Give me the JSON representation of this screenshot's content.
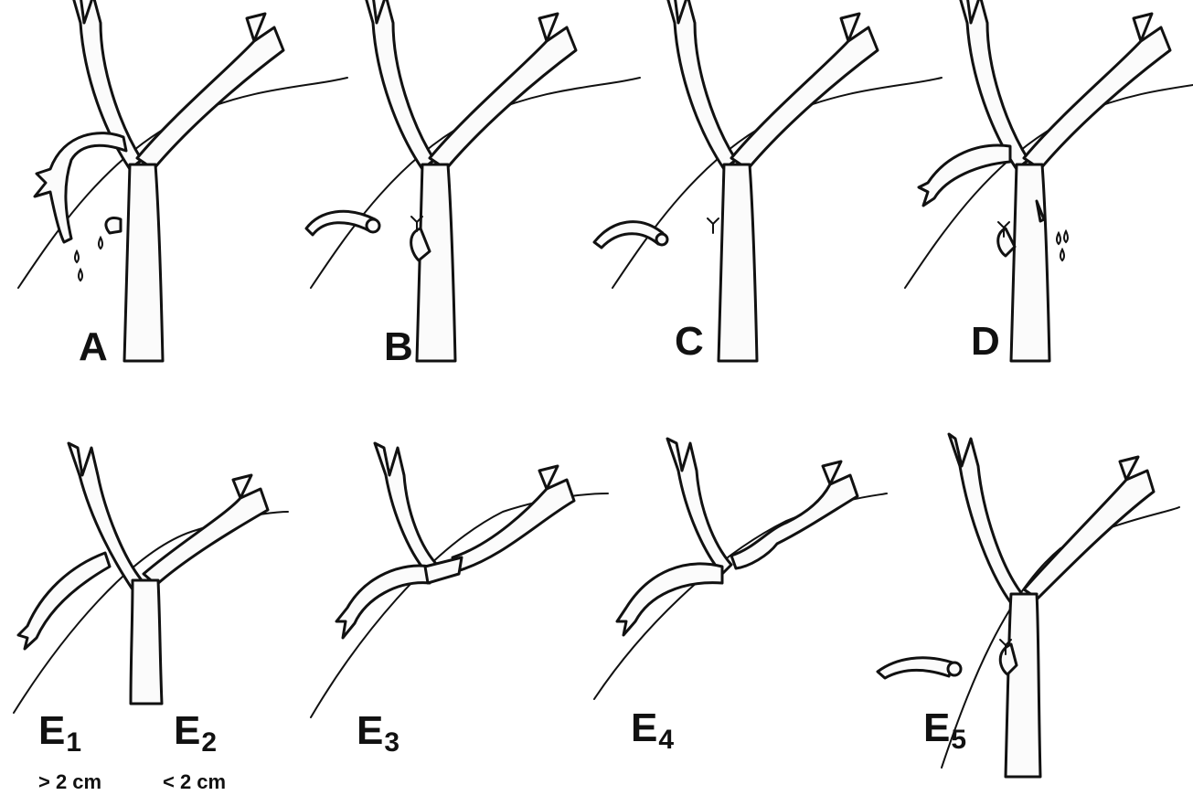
{
  "panels": [
    {
      "id": "A",
      "letter": "A",
      "sub": ""
    },
    {
      "id": "B",
      "letter": "B",
      "sub": ""
    },
    {
      "id": "C",
      "letter": "C",
      "sub": ""
    },
    {
      "id": "D",
      "letter": "D",
      "sub": ""
    },
    {
      "id": "E1",
      "letter": "E",
      "sub": "1",
      "note": "> 2 cm"
    },
    {
      "id": "E2",
      "letter": "E",
      "sub": "2",
      "note": "< 2 cm"
    },
    {
      "id": "E3",
      "letter": "E",
      "sub": "3"
    },
    {
      "id": "E4",
      "letter": "E",
      "sub": "4"
    },
    {
      "id": "E5",
      "letter": "E",
      "sub": "5"
    }
  ]
}
